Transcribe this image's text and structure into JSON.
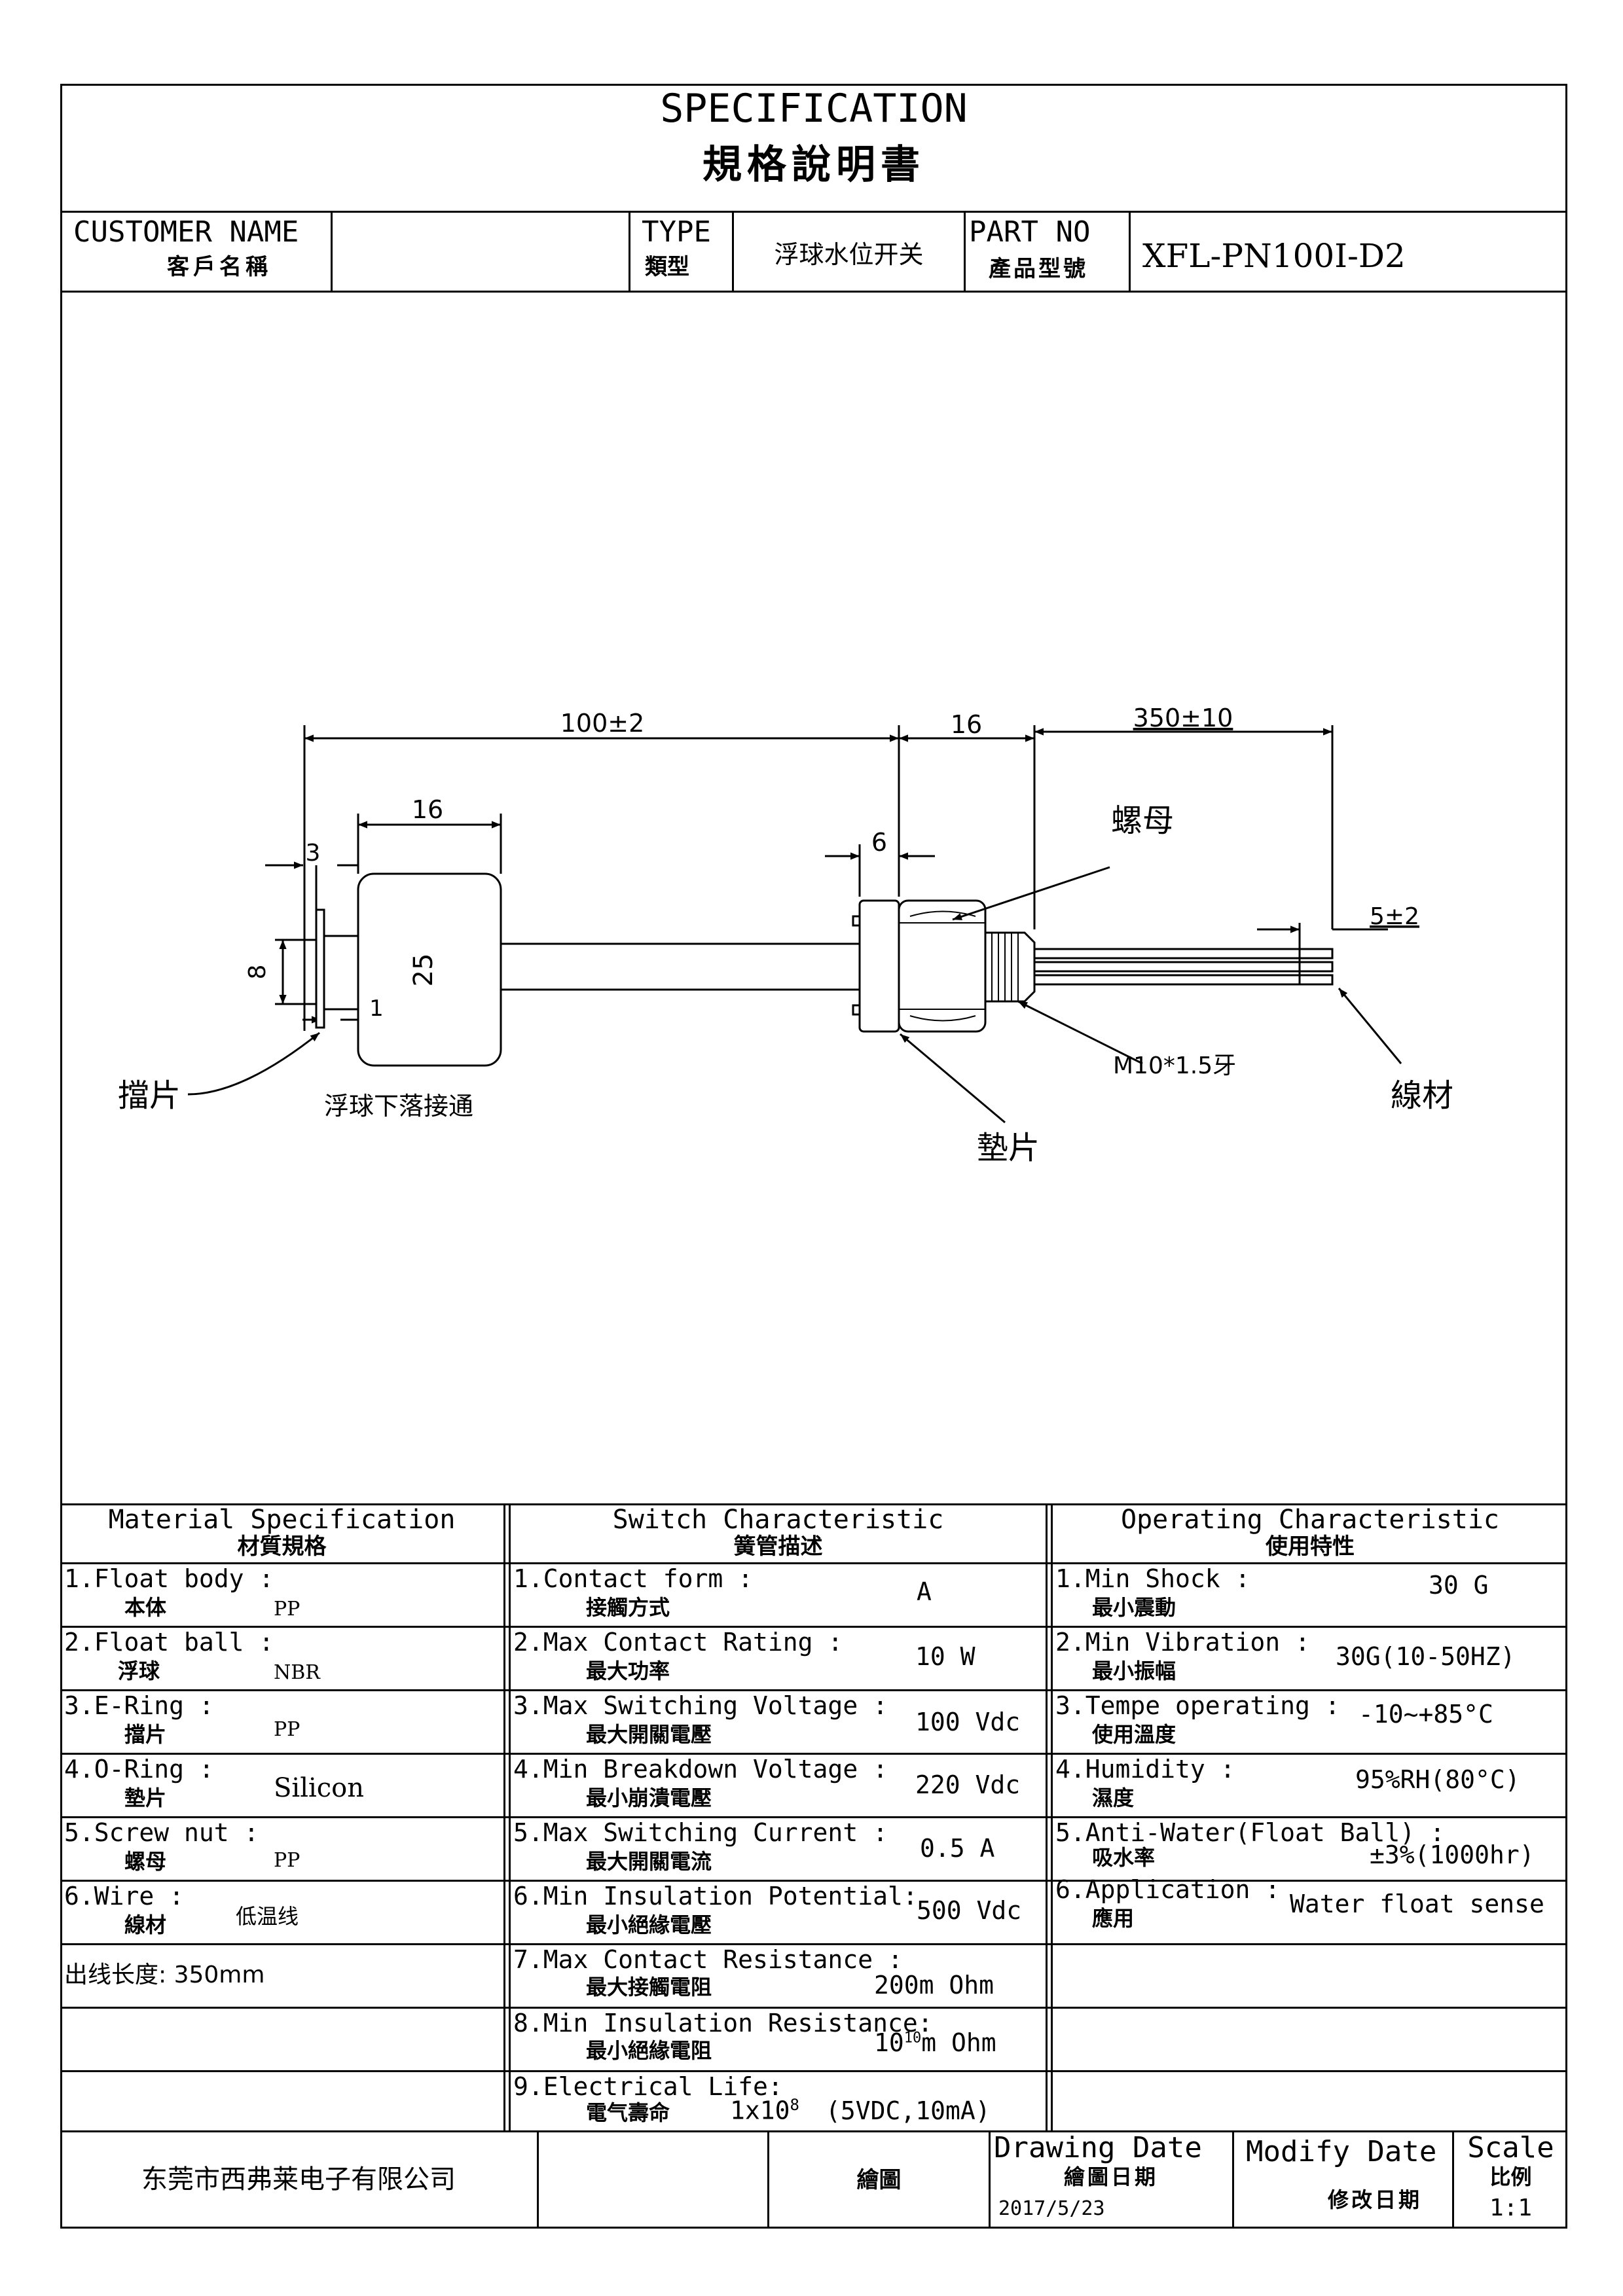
{
  "title": {
    "en": "SPECIFICATION",
    "zh": "規格說明書"
  },
  "header": {
    "customer_label_en": "CUSTOMER NAME",
    "customer_label_zh": "客戶名稱",
    "customer_value": "",
    "type_label_en": "TYPE",
    "type_label_zh": "類型",
    "type_value": "浮球水位开关",
    "part_label_en": "PART NO",
    "part_label_zh": "產品型號",
    "part_value": "XFL-PN100I-D2"
  },
  "drawing": {
    "dim_total": "100±2",
    "dim_nut": "16",
    "dim_wire": "350±10",
    "dim_float_width": "16",
    "dim_thread": "6",
    "dim_3": "3",
    "dim_8": "8",
    "dim_25": "25",
    "dim_1": "1",
    "dim_strip": "5±2",
    "label_nut": "螺母",
    "label_thread": "M10*1.5牙",
    "label_wire": "線材",
    "label_eclip": "擋片",
    "label_washer": "墊片",
    "label_note": "浮球下落接通"
  },
  "material": {
    "header_en": "Material  Specification",
    "header_zh": "材質規格",
    "rows": [
      {
        "label_en": "1.Float body :",
        "label_zh": "本体",
        "value": "PP"
      },
      {
        "label_en": "2.Float ball :",
        "label_zh": "浮球",
        "value": "NBR"
      },
      {
        "label_en": "3.E-Ring :",
        "label_zh": "擋片",
        "value": "PP"
      },
      {
        "label_en": "4.O-Ring :",
        "label_zh": "墊片",
        "value": "Silicon"
      },
      {
        "label_en": "5.Screw nut :",
        "label_zh": "螺母",
        "value": "PP"
      },
      {
        "label_en": "6.Wire :",
        "label_zh": "線材",
        "value": "低温线"
      }
    ],
    "wire_length": "出线长度: 350mm"
  },
  "switch": {
    "header_en": "Switch Characteristic",
    "header_zh": "簧管描述",
    "rows": [
      {
        "label_en": "1.Contact form :",
        "label_zh": "接觸方式",
        "value": "A"
      },
      {
        "label_en": "2.Max Contact Rating :",
        "label_zh": "最大功率",
        "value": "10 W"
      },
      {
        "label_en": "3.Max Switching Voltage :",
        "label_zh": "最大開關電壓",
        "value": "100 Vdc"
      },
      {
        "label_en": "4.Min Breakdown Voltage :",
        "label_zh": "最小崩潰電壓",
        "value": "220 Vdc"
      },
      {
        "label_en": "5.Max Switching Current :",
        "label_zh": "最大開關電流",
        "value": "0.5 A"
      },
      {
        "label_en": "6.Min Insulation Potential:",
        "label_zh": "最小絕緣電壓",
        "value": "500 Vdc"
      },
      {
        "label_en": "7.Max Contact Resistance :",
        "label_zh": "最大接觸電阻",
        "value": "200m Ohm"
      },
      {
        "label_en": "8.Min Insulation Resistance:",
        "label_zh": "最小絕緣電阻",
        "value_base": "10",
        "value_exp": "10",
        "value_rest": "m Ohm"
      },
      {
        "label_en": "9.Electrical Life:",
        "label_zh": "電气壽命",
        "value_base": "1x10",
        "value_exp": "8",
        "value_rest": "(5VDC,10mA)"
      }
    ]
  },
  "operating": {
    "header_en": "Operating Characteristic",
    "header_zh": "使用特性",
    "rows": [
      {
        "label_en": "1.Min Shock :",
        "label_zh": "最小震動",
        "value": "30 G"
      },
      {
        "label_en": "2.Min Vibration :",
        "label_zh": "最小振幅",
        "value": "30G(10-50HZ)"
      },
      {
        "label_en": "3.Tempe operating :",
        "label_zh": "使用溫度",
        "value": "-10~+85°C"
      },
      {
        "label_en": "4.Humidity :",
        "label_zh": "濕度",
        "value": "95%RH(80°C)"
      },
      {
        "label_en": "5.Anti-Water(Float Ball) :",
        "label_zh": "吸水率",
        "value": "±3%(1000hr)"
      },
      {
        "label_en": "6.Application :",
        "label_zh": "應用",
        "value": "Water float sense"
      }
    ]
  },
  "footer": {
    "company": "东莞市西弗莱电子有限公司",
    "drawn_label": "繪圖",
    "drawing_date_en": "Drawing Date",
    "drawing_date_zh": "繪圖日期",
    "drawing_date_value": "2017/5/23",
    "modify_date_en": "Modify Date",
    "modify_date_zh": "修改日期",
    "scale_en": "Scale",
    "scale_zh": "比例",
    "scale_value": "1:1"
  }
}
